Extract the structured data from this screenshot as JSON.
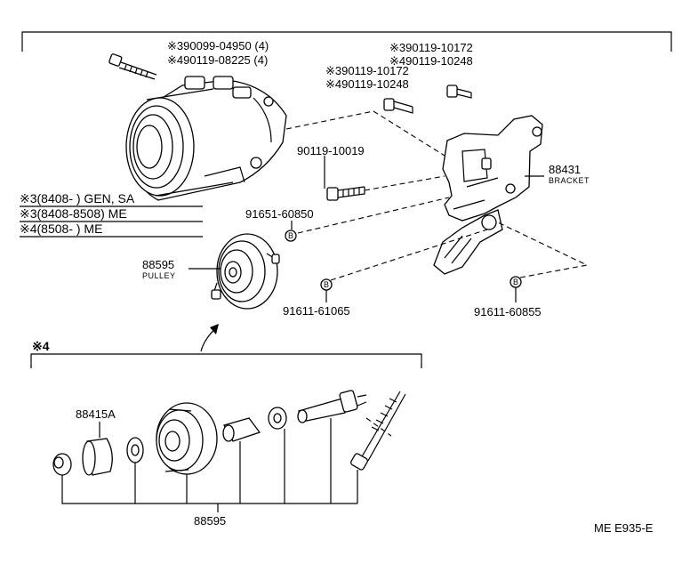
{
  "labels": {
    "top_bolt_1": "※390099-04950 (4)",
    "top_bolt_2": "※490119-08225 (4)",
    "bolt_r1": "※390119-10172",
    "bolt_r2": "※490119-10248",
    "bolt_m1": "※390119-10172",
    "bolt_m2": "※490119-10248",
    "bolt_center": "90119-10019",
    "bracket_no": "88431",
    "bracket_name": "BRACKET",
    "nut_1": "91651-60850",
    "pulley_no": "88595",
    "pulley_name": "PULLEY",
    "nut_2": "91611-61065",
    "nut_3": "91611-60855",
    "note_1": "※3(8408-        ) GEN, SA",
    "note_2": "※3(8408-8508) ME",
    "note_3": "※4(8508-        ) ME",
    "group_4": "※4",
    "sub_part": "88415A",
    "sub_assembly": "88595",
    "figure_code": "ME E935-E",
    "circle_b": "B"
  }
}
